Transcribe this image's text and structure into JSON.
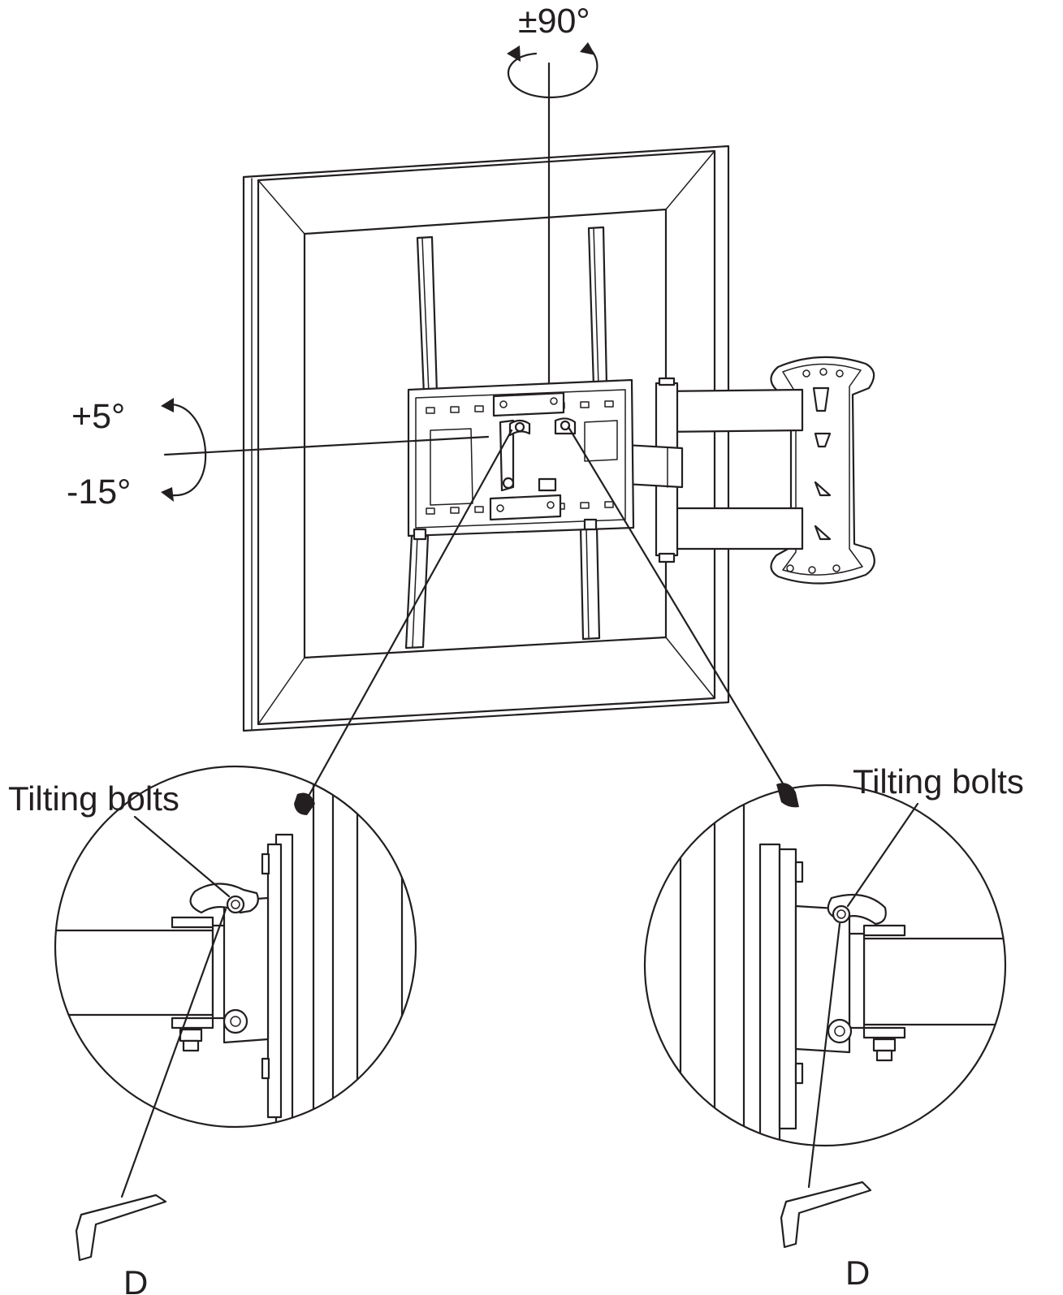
{
  "labels": {
    "swivel_angle": "±90°",
    "tilt_up": "+5°",
    "tilt_down": "-15°",
    "left_detail_label": "Tilting bolts",
    "right_detail_label": "Tilting bolts",
    "left_tool_label": "D",
    "right_tool_label": "D"
  },
  "colors": {
    "line": "#231f20",
    "background": "#ffffff"
  }
}
